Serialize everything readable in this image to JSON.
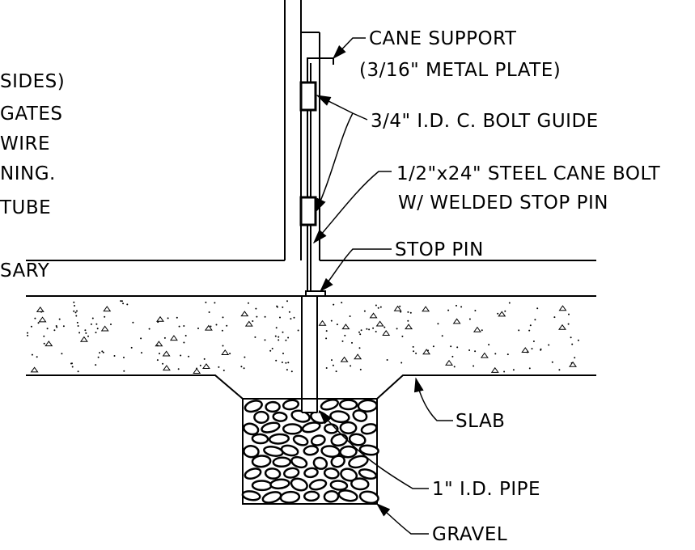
{
  "left_notes": [
    "SIDES)",
    "GATES",
    "WIRE",
    "NING.",
    "TUBE",
    "SARY"
  ],
  "callouts": {
    "cane_support_line1": "CANE SUPPORT",
    "cane_support_line2": "(3/16\" METAL PLATE)",
    "bolt_guide": "3/4\" I.D. C. BOLT GUIDE",
    "cane_bolt_line1": "1/2\"x24\" STEEL CANE BOLT",
    "cane_bolt_line2": "W/ WELDED STOP PIN",
    "stop_pin": "STOP PIN",
    "slab": "SLAB",
    "pipe": "1\" I.D. PIPE",
    "gravel": "GRAVEL"
  },
  "colors": {
    "line": "#000000",
    "background": "#ffffff"
  }
}
